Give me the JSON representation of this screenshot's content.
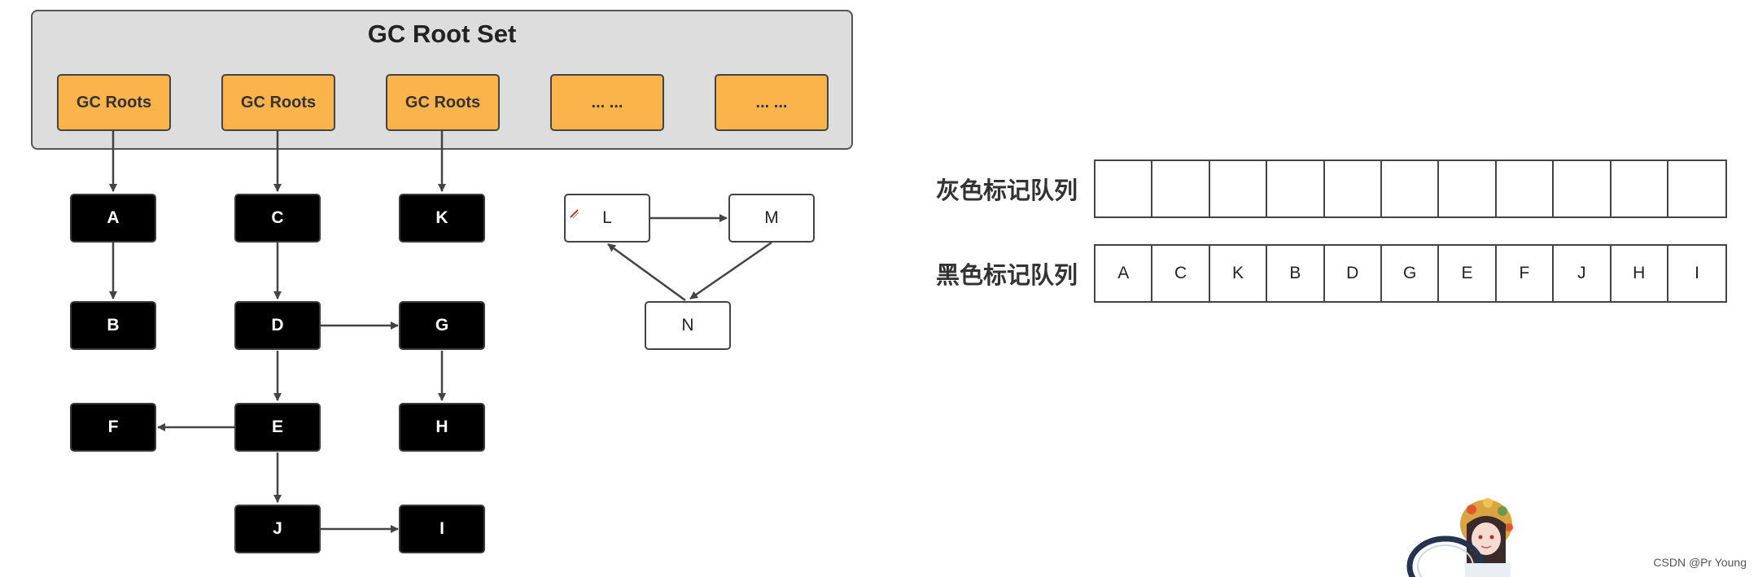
{
  "root_set": {
    "title": "GC Root Set",
    "roots": [
      "GC Roots",
      "GC Roots",
      "GC Roots",
      "... ...",
      "... ..."
    ]
  },
  "nodes": {
    "A": "A",
    "B": "B",
    "C": "C",
    "D": "D",
    "E": "E",
    "F": "F",
    "G": "G",
    "H": "H",
    "I": "I",
    "J": "J",
    "K": "K",
    "L": "L",
    "M": "M",
    "N": "N"
  },
  "queues": {
    "gray_label": "灰色标记队列",
    "gray_items": [
      "",
      "",
      "",
      "",
      "",
      "",
      "",
      "",
      "",
      "",
      ""
    ],
    "black_label": "黑色标记队列",
    "black_items": [
      "A",
      "C",
      "K",
      "B",
      "D",
      "G",
      "E",
      "F",
      "J",
      "H",
      "I"
    ]
  },
  "watermark": "CSDN @Pr Young",
  "colors": {
    "root_fill": "#fbb34c",
    "root_set_fill": "#dddddd",
    "black_node": "#000000",
    "white_node": "#ffffff"
  }
}
